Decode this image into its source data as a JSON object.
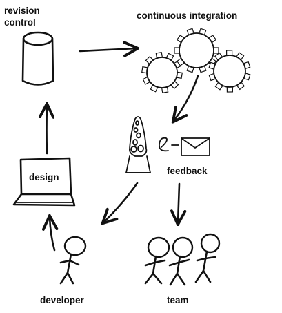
{
  "labels": {
    "revision_control_line1": "revision",
    "revision_control_line2": "control",
    "continuous_integration": "continuous integration",
    "design": "design",
    "feedback": "feedback",
    "email_prefix": "e-",
    "developer": "developer",
    "team": "team"
  }
}
